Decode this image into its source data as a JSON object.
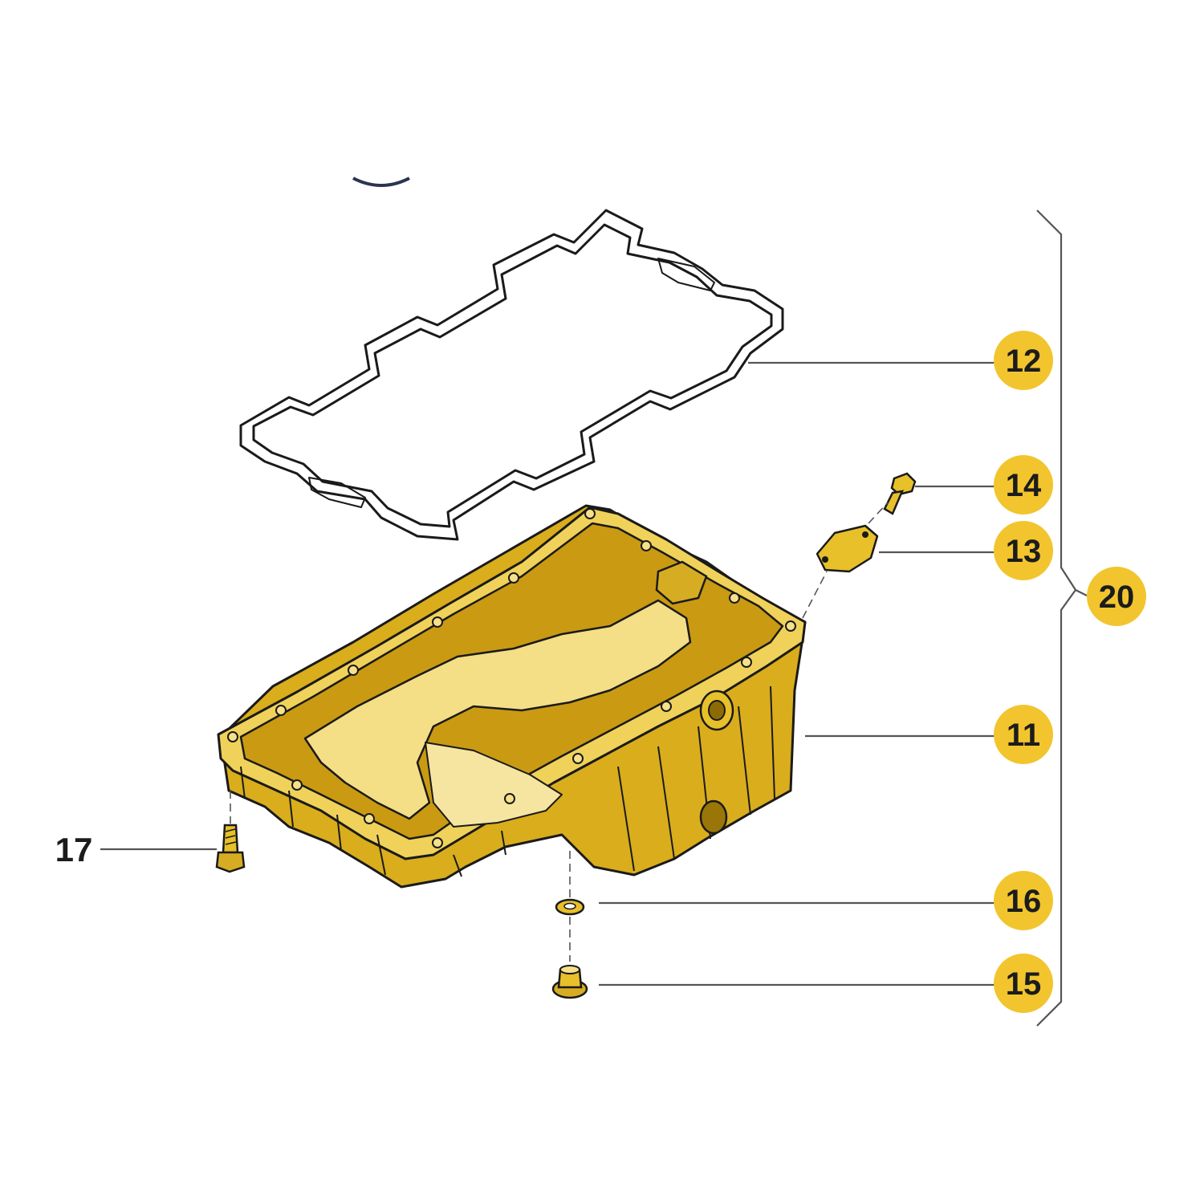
{
  "colors": {
    "badge_fill": "#f2c52e",
    "part_fill": "#e7c02a",
    "part_shade": "#c99a12",
    "part_light": "#f6e18a",
    "outline": "#1a1a1a",
    "leader": "#555555"
  },
  "parts": [
    {
      "id": "gasket",
      "label": "12"
    },
    {
      "id": "cover",
      "label": "13"
    },
    {
      "id": "cover-bolt",
      "label": "14"
    },
    {
      "id": "drain-plug",
      "label": "15"
    },
    {
      "id": "washer",
      "label": "16"
    },
    {
      "id": "pan-bolt",
      "label": "17"
    },
    {
      "id": "oil-pan",
      "label": "11"
    },
    {
      "id": "kit-bracket",
      "label": "20"
    }
  ]
}
